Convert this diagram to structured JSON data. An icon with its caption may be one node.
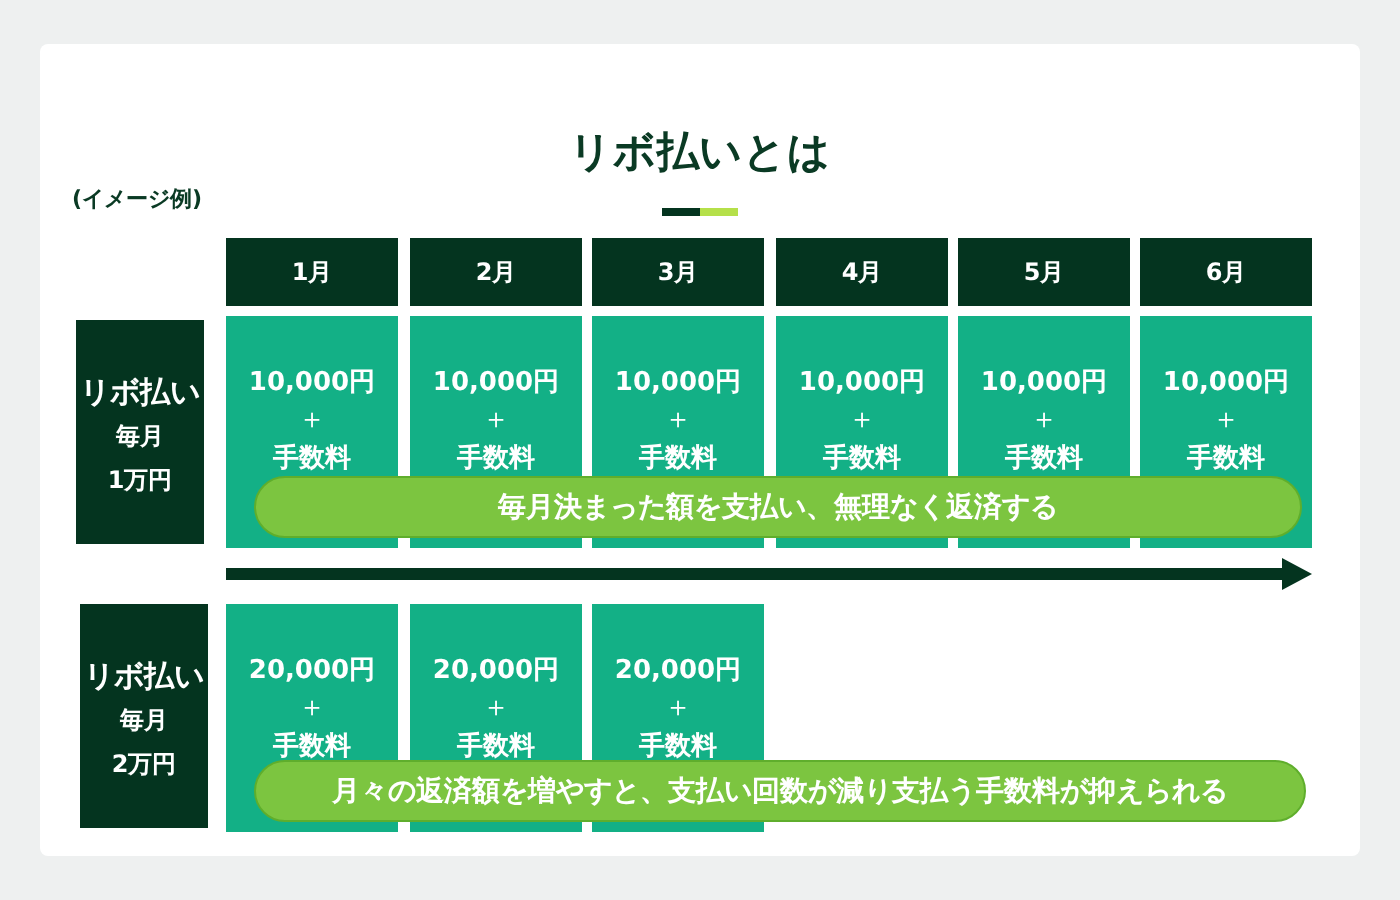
{
  "diagram": {
    "title": "リボ払いとは",
    "nodes": [
      {
        "text": [
          "1月"
        ]
      },
      {
        "text": [
          "2月"
        ]
      },
      {
        "text": [
          "3月"
        ]
      },
      {
        "text": [
          "4月"
        ]
      },
      {
        "text": [
          "5月"
        ]
      },
      {
        "text": [
          "6月"
        ]
      },
      {
        "text": [
          "リボ払い",
          "毎月",
          "1万円"
        ]
      },
      {
        "text": [
          "10,000円",
          "＋",
          "手数料"
        ]
      },
      {
        "text": [
          "10,000円",
          "＋",
          "手数料"
        ]
      },
      {
        "text": [
          "10,000円",
          "＋",
          "手数料"
        ]
      },
      {
        "text": [
          "10,000円",
          "＋",
          "手数料"
        ]
      },
      {
        "text": [
          "10,000円",
          "＋",
          "手数料"
        ]
      },
      {
        "text": [
          "10,000円",
          "＋",
          "手数料"
        ]
      },
      {
        "text": [
          "毎月決まった額を支払い、無理なく返済する"
        ]
      },
      {
        "text": [
          "リボ払い",
          "毎月",
          "2万円"
        ]
      },
      {
        "text": [
          "20,000円",
          "＋",
          "手数料"
        ]
      },
      {
        "text": [
          "20,000円",
          "＋",
          "手数料"
        ]
      },
      {
        "text": [
          "20,000円",
          "＋",
          "手数料"
        ]
      },
      {
        "text": [
          "月々の返済額を増やすと、支払い回数が減り支払う手数料が抑えられる"
        ]
      }
    ],
    "edges": [],
    "labels": [
      "(イメージ例)"
    ]
  }
}
